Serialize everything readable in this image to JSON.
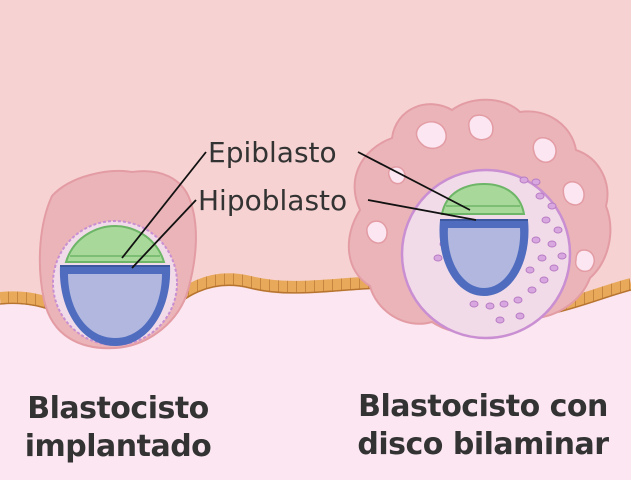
{
  "labels": {
    "epiblast": "Epiblasto",
    "hypoblast": "Hipoblasto"
  },
  "captions": {
    "left_line1": "Blastocisto",
    "left_line2": "implantado",
    "right_line1": "Blastocisto con",
    "right_line2": "disco bilaminar"
  },
  "colors": {
    "tissue": "#f6d3d2",
    "uterine_lumen": "#fbe6f1",
    "epithelium": "#e7a55a",
    "trophoblast": "#eab4b8",
    "epiblast": "#a8d99a",
    "hypoblast": "#4f6cbf",
    "cavity": "#b1b7df",
    "syncytio_cells": "#c58ad0",
    "text": "#333333"
  }
}
